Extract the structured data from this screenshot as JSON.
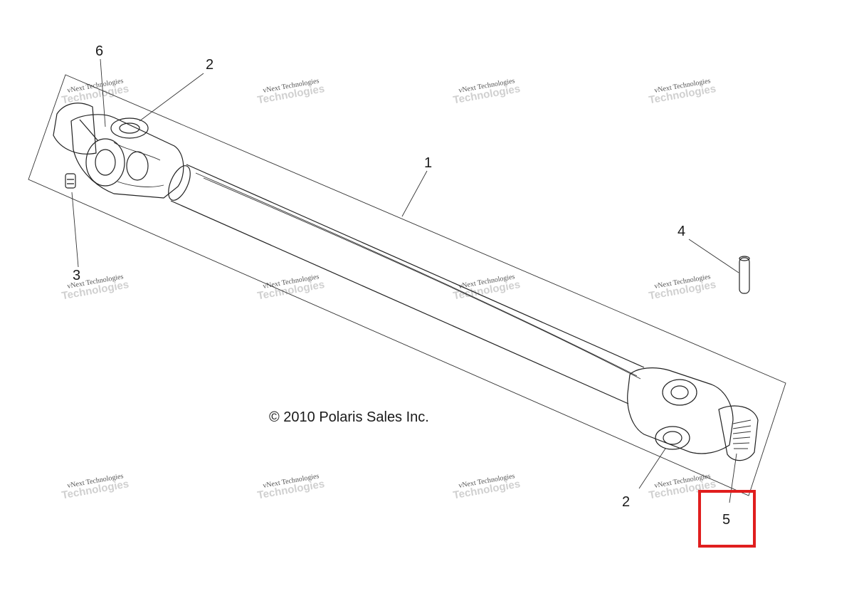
{
  "copyright": "© 2010 Polaris Sales Inc.",
  "watermark": {
    "line1": "vNext Technologies",
    "line2": "Technologies"
  },
  "callouts": [
    "1",
    "2",
    "2",
    "3",
    "4",
    "5",
    "6"
  ],
  "highlight_color": "#e01e1e"
}
